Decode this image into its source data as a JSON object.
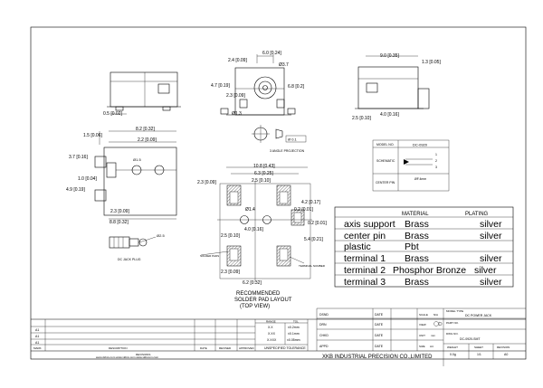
{
  "views": {
    "front": {
      "d1": "2.4 [0.09]",
      "d2": "6.0 [0.24]",
      "d3": "Ø3.7",
      "d4": "4.7 [0.19]",
      "d5": "2.3 [0.09]",
      "d6": "6.8 [0.2]",
      "d7": "Ø1.3"
    },
    "left": {
      "d1": "0.5 [0.02]"
    },
    "right": {
      "d1": "9.0 [0.35]",
      "d2": "1.3 [0.05]",
      "d3": "2.5 [0.10]",
      "d4": "4.0 [0.16]"
    },
    "top": {
      "d1": "1.5 [0.06]",
      "d2": "8.2 [0.32]",
      "d3": "2.2 [0.09]",
      "d4": "3.7 [0.16]",
      "d5": "Ø1.5",
      "d6": "1.0 [0.04]",
      "d7": "4.9 [0.19]",
      "d8": "2.3 [0.09]",
      "d9": "8.8 [0.32]"
    },
    "projection_label": "3 ANGLE PROJECTION",
    "stamp": "Ø 0.1",
    "detail_label": "DC JACK PLUG",
    "detail_dim": "Ø2.5"
  },
  "pad": {
    "d_top": "10.8 [0.43]",
    "d_top2": "6.3 [0.25]",
    "d_top3": "2.5 [0.10]",
    "d_left": "2.3 [0.09]",
    "d_hole": "Ø1.4",
    "d_center": "4.0 [0.16]",
    "d_midleft": "2.5 [0.10]",
    "d_right1": "4.2 [0.17]",
    "d_right2": "0.2 [0.01]",
    "d_right3": "0.2 [0.01]",
    "d_right4": "5.4 [0.21]",
    "d_bottom1": "2.3 [0.09]",
    "d_bottom2": "6.2 [0.32]",
    "solder_label": "SOLDER PADS",
    "terminal_label": "TERMINAL NUMBER",
    "caption": [
      "RECOMMENDED",
      "SOLDER PAD LAYOUT",
      "(TOP VIEW)"
    ]
  },
  "schematic": {
    "model_label": "MODEL NO.",
    "model_value": "DC-0920",
    "schematic_label": "SCHEMATIC",
    "center_label": "CENTER PIN",
    "center_value": "ØF.4mm",
    "pins": [
      "1",
      "2",
      "3"
    ]
  },
  "material_table": {
    "headers": [
      "",
      "MATERIAL",
      "PLATING"
    ],
    "rows": [
      [
        "axis support",
        "Brass",
        "silver"
      ],
      [
        "center pin",
        "Brass",
        "silver"
      ],
      [
        "plastic",
        "Pbt",
        ""
      ],
      [
        "terminal 1",
        "Brass",
        "silver"
      ],
      [
        "terminal 2",
        "Phosphor Bronze",
        "silver"
      ],
      [
        "terminal 3",
        "Brass",
        "silver"
      ]
    ]
  },
  "revision_block": {
    "rows": [
      "A1",
      "A1",
      "A1"
    ],
    "mark_label": "MARK",
    "description_label": "DESCRIPTION",
    "date_label": "DATE",
    "revised_label": "REVISED",
    "approved_label": "APPROVED",
    "drawing_label": "REVISIONS",
    "urls": "www.xkbcs.com     www.xkbcs.com     www.xkbconn.com"
  },
  "tolerance": {
    "range_label": "RANGE",
    "tol_label": "TOL",
    "rows": [
      [
        "X.X",
        "±0.2mm"
      ],
      [
        "X.XX",
        "±0.1mm"
      ],
      [
        "X.XXX",
        "±0.05mm"
      ]
    ],
    "note": "UNSPECIFIED TOLERANCE"
  },
  "title_block": {
    "left_labels": [
      "DSND",
      "DRN",
      "CHKD",
      "APPD"
    ],
    "date_label": "DATE",
    "scale_label": "SCALE",
    "scale_value": "N/A",
    "view_label": "VIEW",
    "units_label": "UNIT",
    "units_value": "mm",
    "size_label": "SIZE",
    "size_value": "A4",
    "model_label": "MODEL TYPE",
    "model_value": "DC POWER JACK",
    "part_label": "PART NO.",
    "part_value": "",
    "dwg_label": "DWG NO.",
    "dwg_value": "DC-0920-SMT",
    "weight_label": "WEIGHT",
    "weight_value": "0.0g",
    "sheet_label": "SHEET",
    "sheet_value": "1/1",
    "rev_label": "REVISION",
    "rev_value": "A0",
    "company": "XKB INDUSTRIAL PRECISION CO.,LIMITED"
  }
}
